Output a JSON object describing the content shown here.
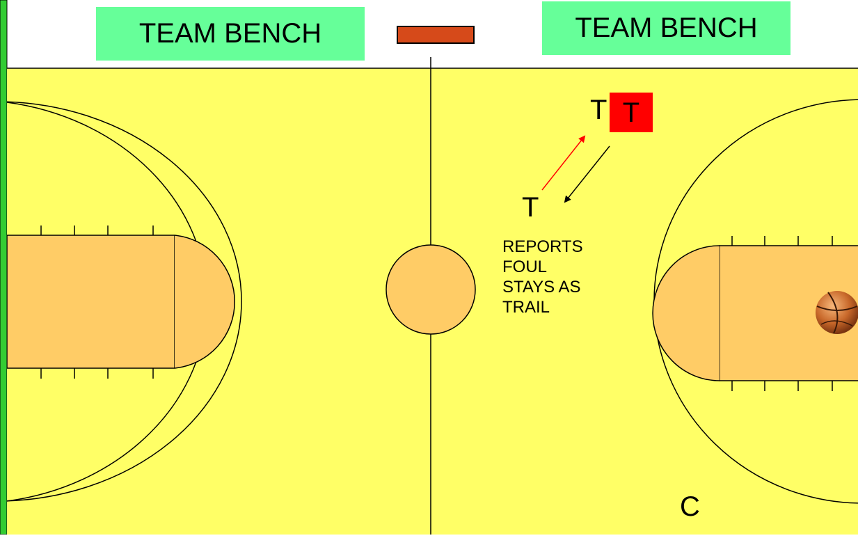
{
  "benches": {
    "left_label": "TEAM BENCH",
    "right_label": "TEAM BENCH"
  },
  "officials": {
    "trail_top": "T",
    "trail_highlight": "T",
    "trail_reporting": "T",
    "center": "C"
  },
  "note": {
    "line1": "REPORTS",
    "line2": "FOUL",
    "line3": "STAYS AS",
    "line4": "TRAIL"
  },
  "colors": {
    "court": "#ffff66",
    "key": "#ffcc66",
    "bench": "#66ff99",
    "sideline": "#33cc33",
    "scorer_table": "#d64a1a",
    "highlight": "#ff0000",
    "arrow_red": "#ff0000",
    "arrow_black": "#000000"
  },
  "icons": {
    "ball": "basketball-icon"
  }
}
